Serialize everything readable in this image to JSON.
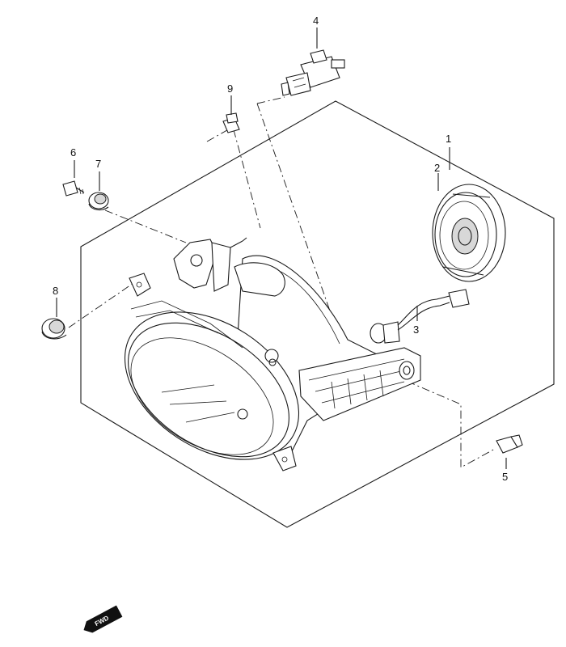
{
  "diagram": {
    "callouts": [
      {
        "id": "1",
        "label": "1"
      },
      {
        "id": "2",
        "label": "2"
      },
      {
        "id": "3",
        "label": "3"
      },
      {
        "id": "4",
        "label": "4"
      },
      {
        "id": "5",
        "label": "5"
      },
      {
        "id": "6",
        "label": "6"
      },
      {
        "id": "7",
        "label": "7"
      },
      {
        "id": "8",
        "label": "8"
      },
      {
        "id": "9",
        "label": "9"
      }
    ],
    "direction_badge": {
      "label": "FWD"
    }
  }
}
